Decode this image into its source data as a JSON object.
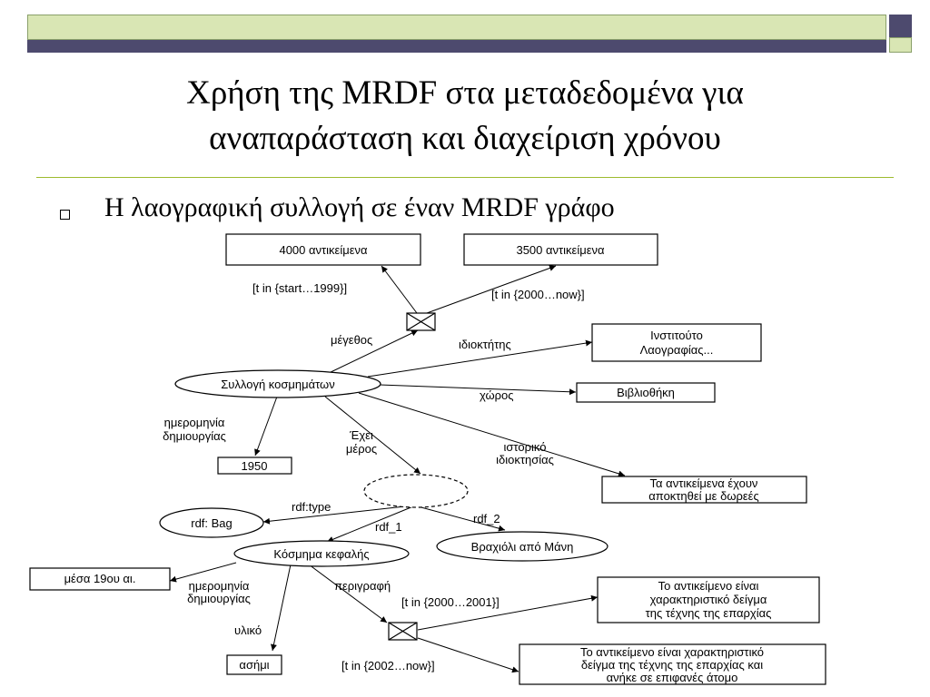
{
  "slide": {
    "title_line1": "Χρήση της MRDF στα μεταδεδομένα για",
    "title_line2": "αναπαράσταση και διαχείριση χρόνου",
    "bullet": "Η λαογραφική συλλογή σε έναν MRDF γράφο"
  },
  "nodes": {
    "n4000": "4000 αντικείμενα",
    "n3500": "3500 αντικείμενα",
    "instituto1": "Ινστιτούτο",
    "instituto2": "Λαογραφίας...",
    "collection": "Συλλογή κοσμημάτων",
    "vivliothiki": "Βιβλιοθήκη",
    "n1950": "1950",
    "donations1": "Τα αντικείμενα έχουν",
    "donations2": "αποκτηθεί με δωρεές",
    "rdfbag": "rdf: Bag",
    "bracelet": "Βραχιόλι από Μάνη",
    "headjewel": "Κόσμημα κεφαλής",
    "mid19": "μέσα 19ου αι.",
    "desc1_1": "Το αντικείμενο είναι",
    "desc1_2": "χαρακτηριστικό δείγμα",
    "desc1_3": "της τέχνης της επαρχίας",
    "asimi": "ασήμι",
    "desc2_1": "Το αντικείμενο είναι χαρακτηριστικό",
    "desc2_2": "δείγμα της τέχνης της επαρχίας και",
    "desc2_3": "ανήκε σε επιφανές άτομο"
  },
  "edges": {
    "t_start_1999": "[t in {start…1999}]",
    "t_2000_now": "[t in {2000…now}]",
    "megethos": "μέγεθος",
    "idioktitis": "ιδιοκτήτης",
    "choros": "χώρος",
    "imerominia1a": "ημερομηνία",
    "imerominia1b": "δημιουργίας",
    "echei1": "Έχει",
    "echei2": "μέρος",
    "istoriko1": "ιστορικό",
    "istoriko2": "ιδιοκτησίας",
    "rdftype": "rdf:type",
    "rdf1": "rdf_1",
    "rdf2": "rdf_2",
    "imerominia2a": "ημερομηνία",
    "imerominia2b": "δημιουργίας",
    "perigrafi": "περιγραφή",
    "t_2000_2001": "[t in {2000…2001}]",
    "yliko": "υλικό",
    "t_2002_now": "[t in {2002…now}]"
  }
}
